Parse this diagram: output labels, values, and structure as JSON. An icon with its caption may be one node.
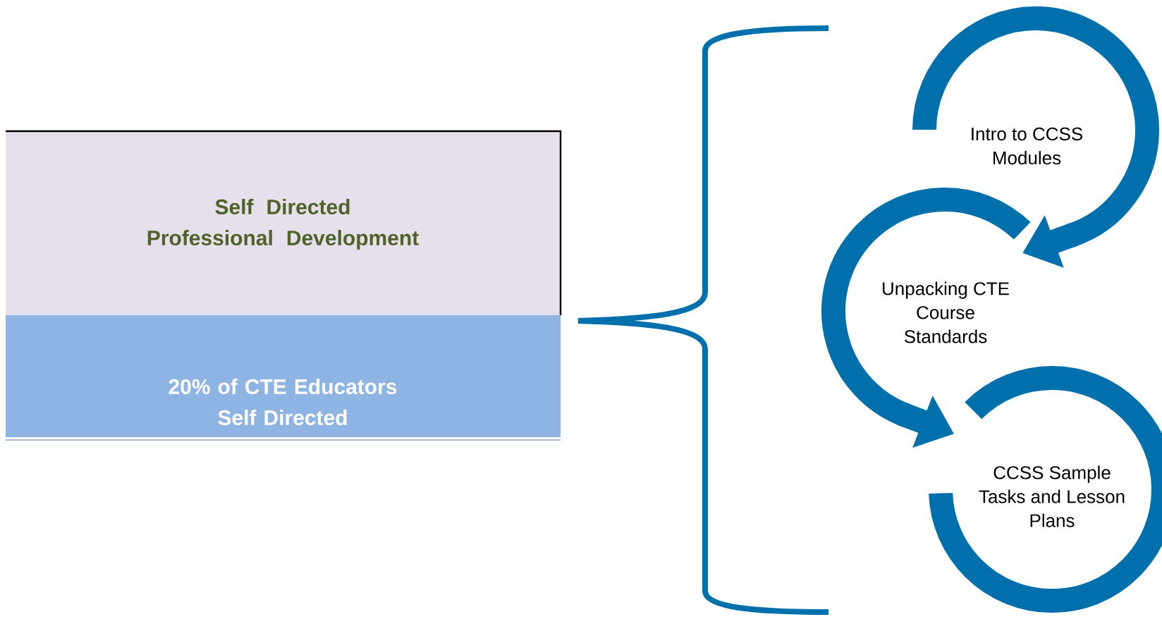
{
  "diagram": {
    "nodes": [
      {
        "text": [
          "Self Directed Professional Development"
        ]
      },
      {
        "text": [
          "20% of CTE Educators Self Directed"
        ]
      },
      {
        "text": [
          "Intro to CCSS Modules"
        ]
      },
      {
        "text": [
          "Unpacking CTE Course Standards"
        ]
      },
      {
        "text": [
          "CCSS Sample Tasks and Lesson Plans"
        ]
      }
    ],
    "edges": [
      {
        "from": 2,
        "to": 3,
        "arrow": "to"
      },
      {
        "from": 3,
        "to": 4,
        "arrow": "to"
      }
    ]
  }
}
